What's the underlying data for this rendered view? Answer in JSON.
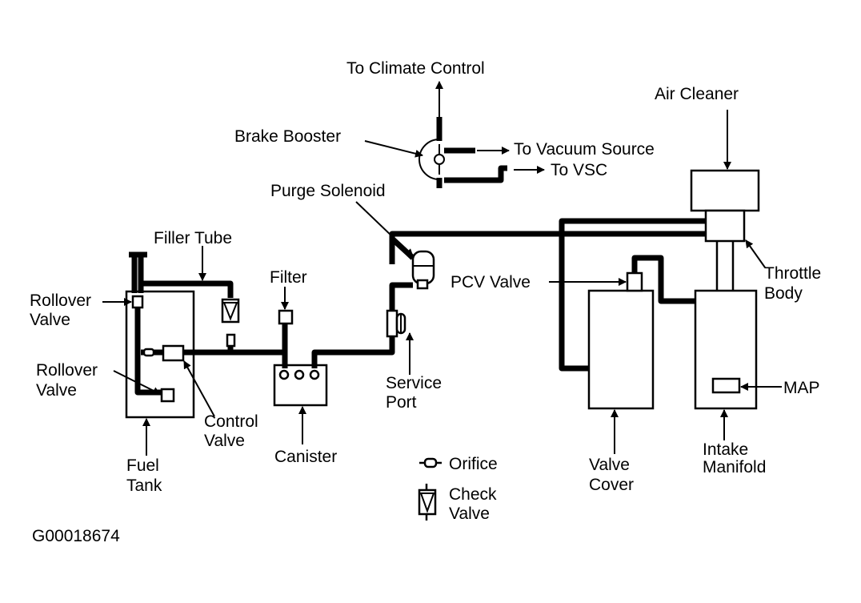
{
  "labels": {
    "to_climate_control": "To Climate Control",
    "air_cleaner": "Air Cleaner",
    "brake_booster": "Brake Booster",
    "to_vacuum_source": "To Vacuum Source",
    "to_vsc": "To VSC",
    "purge_solenoid": "Purge Solenoid",
    "filler_tube": "Filler Tube",
    "filter": "Filter",
    "pcv_valve": "PCV Valve",
    "throttle_body_1": "Throttle",
    "throttle_body_2": "Body",
    "rollover_valve_top_1": "Rollover",
    "rollover_valve_top_2": "Valve",
    "rollover_valve_bottom_1": "Rollover",
    "rollover_valve_bottom_2": "Valve",
    "control_valve_1": "Control",
    "control_valve_2": "Valve",
    "service_port_1": "Service",
    "service_port_2": "Port",
    "map": "MAP",
    "fuel_tank_1": "Fuel",
    "fuel_tank_2": "Tank",
    "canister": "Canister",
    "valve_cover_1": "Valve",
    "valve_cover_2": "Cover",
    "intake_manifold_1": "Intake",
    "intake_manifold_2": "Manifold"
  },
  "legend": {
    "orifice": "Orifice",
    "check_valve_1": "Check",
    "check_valve_2": "Valve"
  },
  "figure_id": "G00018674"
}
